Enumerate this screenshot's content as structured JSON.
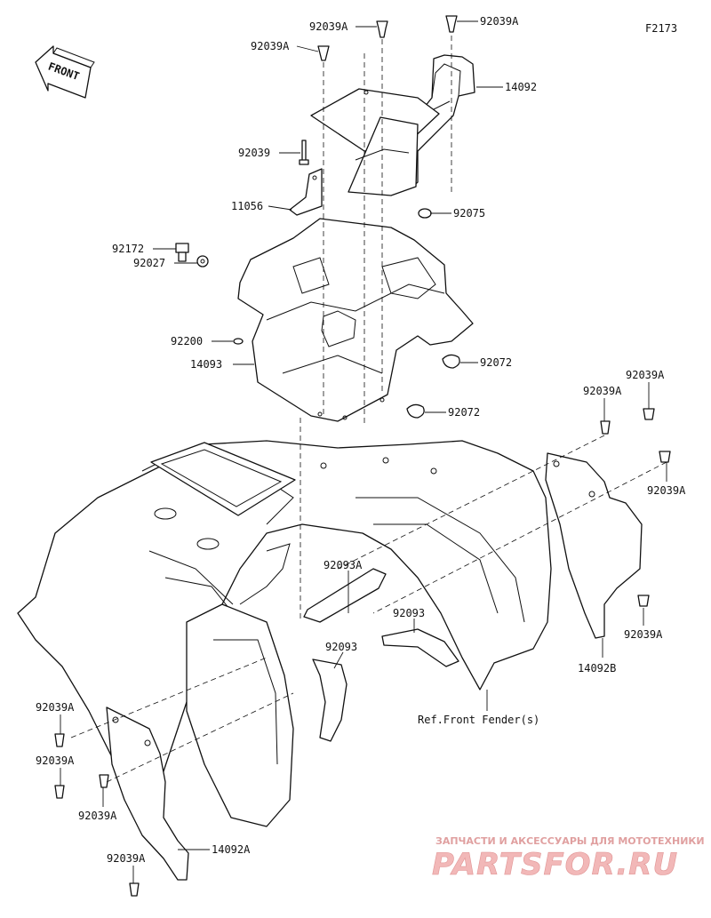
{
  "figure_code": "F2173",
  "front_label": "FRONT",
  "callouts": {
    "c92039A_top_mid": "92039A",
    "c92039A_top_right": "92039A",
    "c92039A_upper_left": "92039A",
    "c14092": "14092",
    "c92039": "92039",
    "c11056": "11056",
    "c92075": "92075",
    "c92172": "92172",
    "c92027": "92027",
    "c92200": "92200",
    "c14093": "14093",
    "c92072_a": "92072",
    "c92072_b": "92072",
    "c92039A_r1": "92039A",
    "c92039A_r2": "92039A",
    "c92039A_r3": "92039A",
    "c92039A_r4": "92039A",
    "c14092B": "14092B",
    "c92093A": "92093A",
    "c92093_a": "92093",
    "c92093_b": "92093",
    "ref_front_fender": "Ref.Front Fender(s)",
    "c92039A_l1": "92039A",
    "c92039A_l2": "92039A",
    "c92039A_l3": "92039A",
    "c92039A_l4": "92039A",
    "c14092A": "14092A"
  },
  "watermark": {
    "tagline": "ЗАПЧАСТИ И АКСЕССУАРЫ ДЛЯ МОТОТЕХНИКИ",
    "brand": "PARTSFOR.RU"
  }
}
